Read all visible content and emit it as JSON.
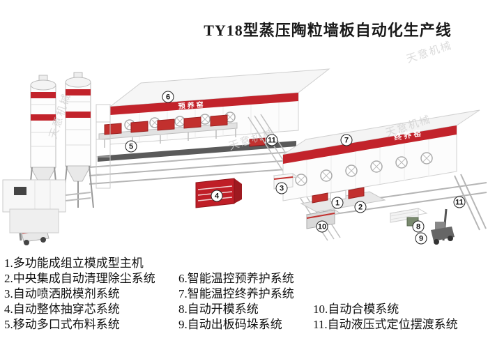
{
  "title": "TY18型蒸压陶粒墙板自动化生产线",
  "watermark": "天意机械",
  "illustration": {
    "building1_label": "预养窑",
    "building2_label": "终养窑",
    "accent_red": "#c2232b",
    "callouts": [
      {
        "n": "6"
      },
      {
        "n": "5"
      },
      {
        "n": "11"
      },
      {
        "n": "7"
      },
      {
        "n": "3"
      },
      {
        "n": "4"
      },
      {
        "n": "1"
      },
      {
        "n": "2"
      },
      {
        "n": "10"
      },
      {
        "n": "8"
      },
      {
        "n": "9"
      },
      {
        "n": "11"
      }
    ]
  },
  "legend": {
    "col1": [
      "1.多功能成组立模成型主机",
      "2.中央集成自动清理除尘系统",
      "3.自动喷洒脱模剂系统",
      "4.自动整体抽穿芯系统",
      "5.移动多口式布料系统"
    ],
    "col2": [
      "6.智能温控预养护系统",
      "7.智能温控终养护系统",
      "8.自动开模系统",
      "9.自动出板码垛系统"
    ],
    "col3": [
      "10.自动合模系统",
      "11.自动液压式定位摆渡系统"
    ]
  }
}
